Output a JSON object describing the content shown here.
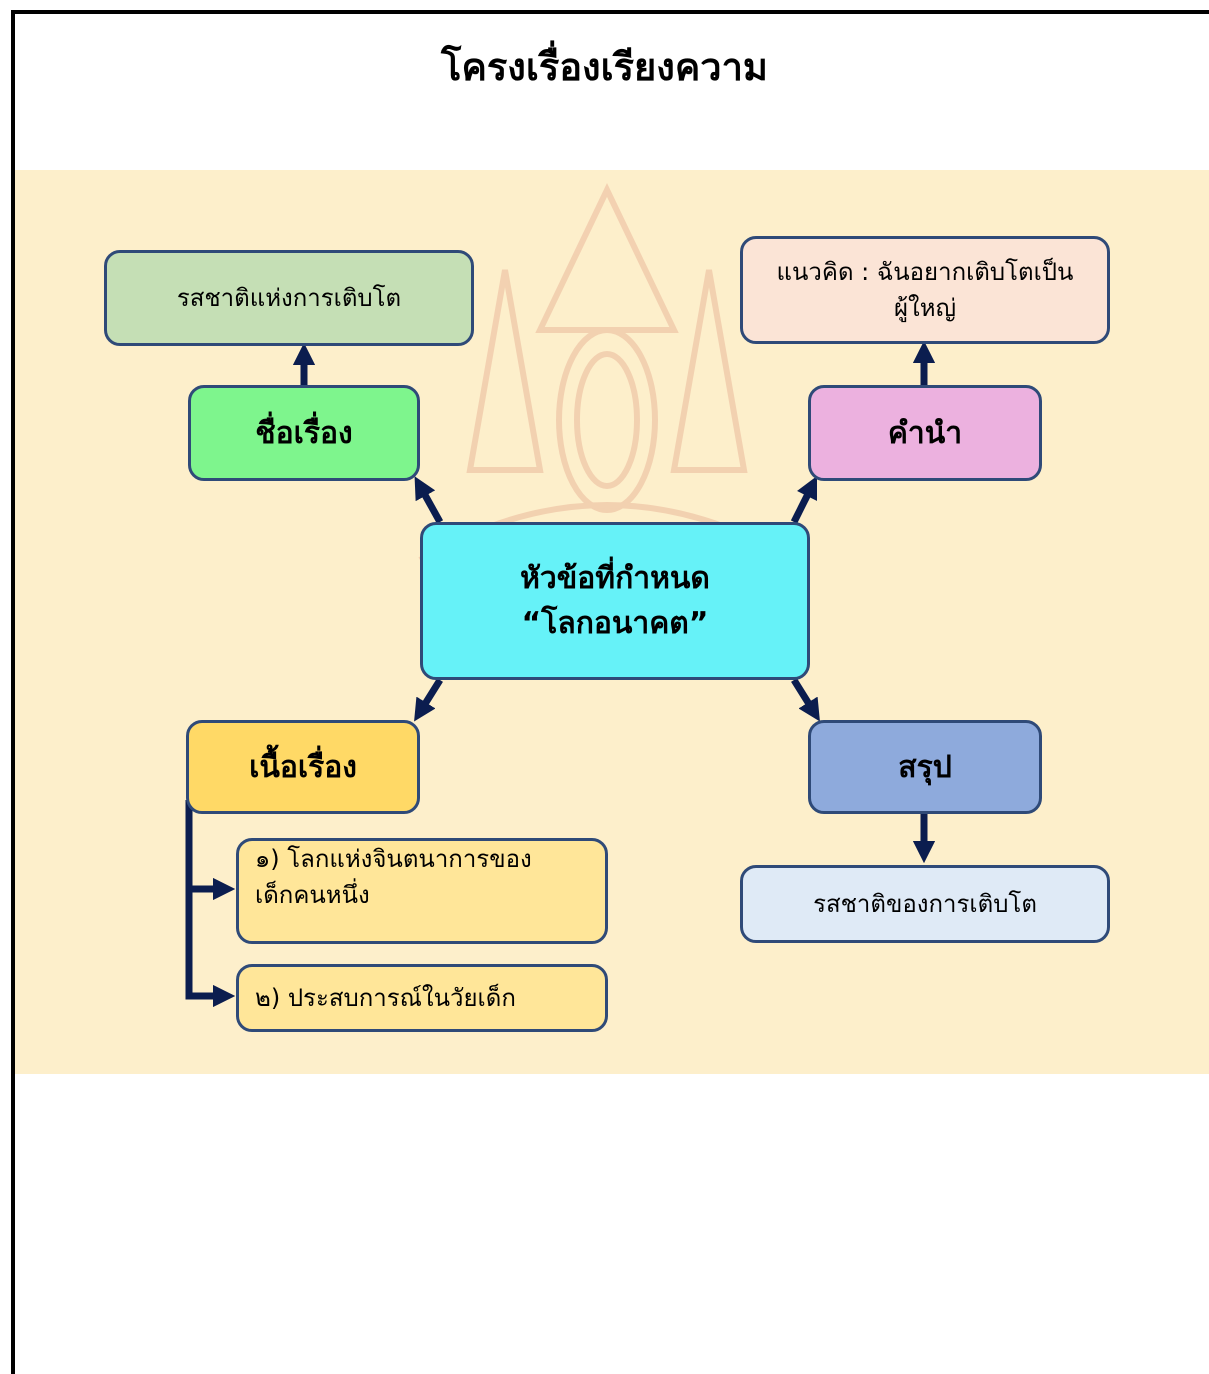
{
  "title": "โครงเรื่องเรียงความ",
  "diagram": {
    "center": {
      "line1": "หัวข้อที่กำหนด",
      "line2": "“โลกอนาคต”"
    },
    "title_node": {
      "label": "ชื่อเรื่อง",
      "child": "รสชาติแห่งการเติบโต"
    },
    "intro_node": {
      "label": "คำนำ",
      "child_line1": "แนวคิด : ฉันอยากเติบโตเป็น",
      "child_line2": "ผู้ใหญ่"
    },
    "body_node": {
      "label": "เนื้อเรื่อง",
      "item1_line1": "๑) โลกแห่งจินตนาการของ",
      "item1_line2": "เด็กคนหนึ่ง",
      "item2": "๒) ประสบการณ์ในวัยเด็ก"
    },
    "conclusion_node": {
      "label": "สรุป",
      "child": "รสชาติของการเติบโต"
    }
  },
  "colors": {
    "panel": "#fdefcb",
    "center": "#66f2f8",
    "title_node": "#7ef58d",
    "title_child": "#c5dfb5",
    "intro_node": "#ecb1df",
    "intro_child": "#fbe4d6",
    "body_node": "#ffd966",
    "body_items": "#ffe699",
    "conclusion_node": "#8eaadc",
    "conclusion_child": "#dfeaf6",
    "border": "#2f4a78",
    "arrow": "#0b1d4f"
  }
}
